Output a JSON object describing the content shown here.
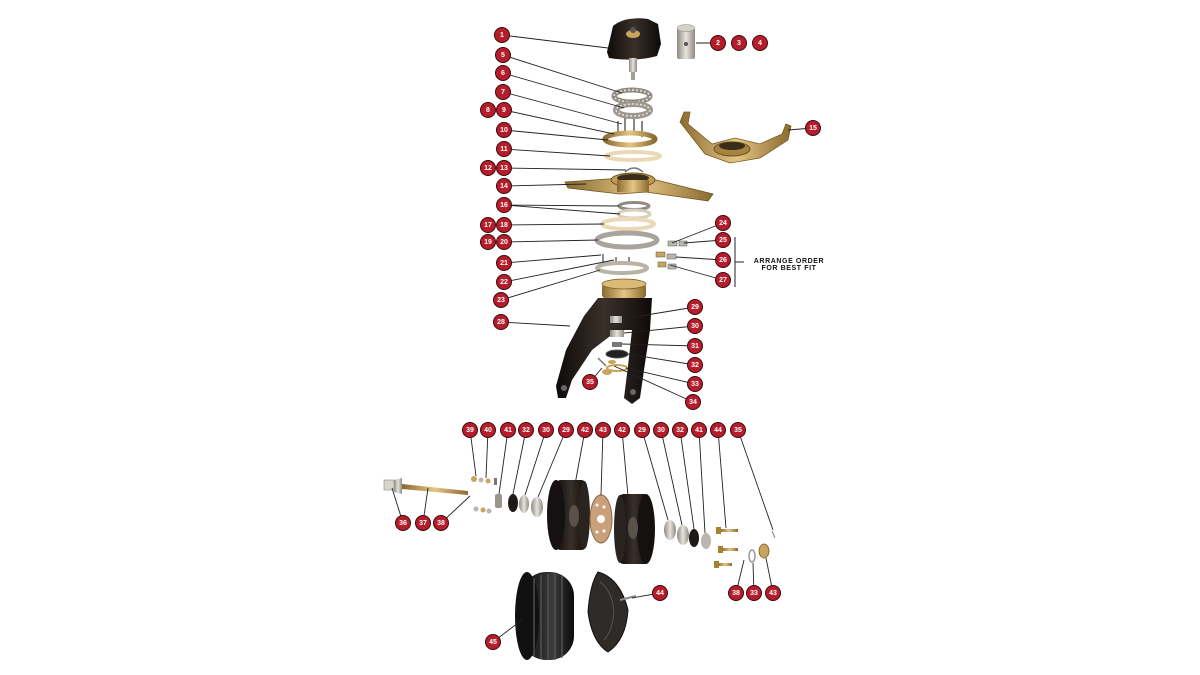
{
  "note": {
    "line1": "ARRANGE ORDER",
    "line2": "FOR BEST FIT"
  },
  "colors": {
    "callout_fill": "#b71c2b",
    "callout_text": "#ffffff",
    "leader": "#222222",
    "black_part": "#1c1715",
    "brass": "#c9a45c",
    "steel": "#b9b6ae",
    "gold_ring": "#e7cf98"
  },
  "callouts": [
    {
      "id": "c1",
      "label": "1"
    },
    {
      "id": "c2",
      "label": "2"
    },
    {
      "id": "c3",
      "label": "3"
    },
    {
      "id": "c4",
      "label": "4"
    },
    {
      "id": "c5",
      "label": "5"
    },
    {
      "id": "c6",
      "label": "6"
    },
    {
      "id": "c7",
      "label": "7"
    },
    {
      "id": "c8",
      "label": "8"
    },
    {
      "id": "c9",
      "label": "9"
    },
    {
      "id": "c10",
      "label": "10"
    },
    {
      "id": "c11",
      "label": "11"
    },
    {
      "id": "c12",
      "label": "12"
    },
    {
      "id": "c13",
      "label": "13"
    },
    {
      "id": "c14",
      "label": "14"
    },
    {
      "id": "c15",
      "label": "15"
    },
    {
      "id": "c16",
      "label": "16"
    },
    {
      "id": "c17",
      "label": "17"
    },
    {
      "id": "c18",
      "label": "18"
    },
    {
      "id": "c19",
      "label": "19"
    },
    {
      "id": "c20",
      "label": "20"
    },
    {
      "id": "c21",
      "label": "21"
    },
    {
      "id": "c22",
      "label": "22"
    },
    {
      "id": "c23",
      "label": "23"
    },
    {
      "id": "c24",
      "label": "24"
    },
    {
      "id": "c25",
      "label": "25"
    },
    {
      "id": "c26",
      "label": "26"
    },
    {
      "id": "c27",
      "label": "27"
    },
    {
      "id": "c28",
      "label": "28"
    },
    {
      "id": "c29",
      "label": "29"
    },
    {
      "id": "c30",
      "label": "30"
    },
    {
      "id": "c31",
      "label": "31"
    },
    {
      "id": "c32",
      "label": "32"
    },
    {
      "id": "c33",
      "label": "33"
    },
    {
      "id": "c34",
      "label": "34"
    },
    {
      "id": "c35",
      "label": "35"
    },
    {
      "id": "b39",
      "label": "39"
    },
    {
      "id": "b40",
      "label": "40"
    },
    {
      "id": "b41",
      "label": "41"
    },
    {
      "id": "b32",
      "label": "32"
    },
    {
      "id": "b30",
      "label": "30"
    },
    {
      "id": "b29",
      "label": "29"
    },
    {
      "id": "b42a",
      "label": "42"
    },
    {
      "id": "b43",
      "label": "43"
    },
    {
      "id": "b42b",
      "label": "42"
    },
    {
      "id": "b29b",
      "label": "29"
    },
    {
      "id": "b30b",
      "label": "30"
    },
    {
      "id": "b32b",
      "label": "32"
    },
    {
      "id": "b41b",
      "label": "41"
    },
    {
      "id": "b44",
      "label": "44"
    },
    {
      "id": "b35",
      "label": "35"
    },
    {
      "id": "b36",
      "label": "36"
    },
    {
      "id": "b37",
      "label": "37"
    },
    {
      "id": "b38",
      "label": "38"
    },
    {
      "id": "b38b",
      "label": "38"
    },
    {
      "id": "b33",
      "label": "33"
    },
    {
      "id": "b43b",
      "label": "43"
    },
    {
      "id": "b44b",
      "label": "44"
    },
    {
      "id": "b45",
      "label": "45"
    }
  ]
}
